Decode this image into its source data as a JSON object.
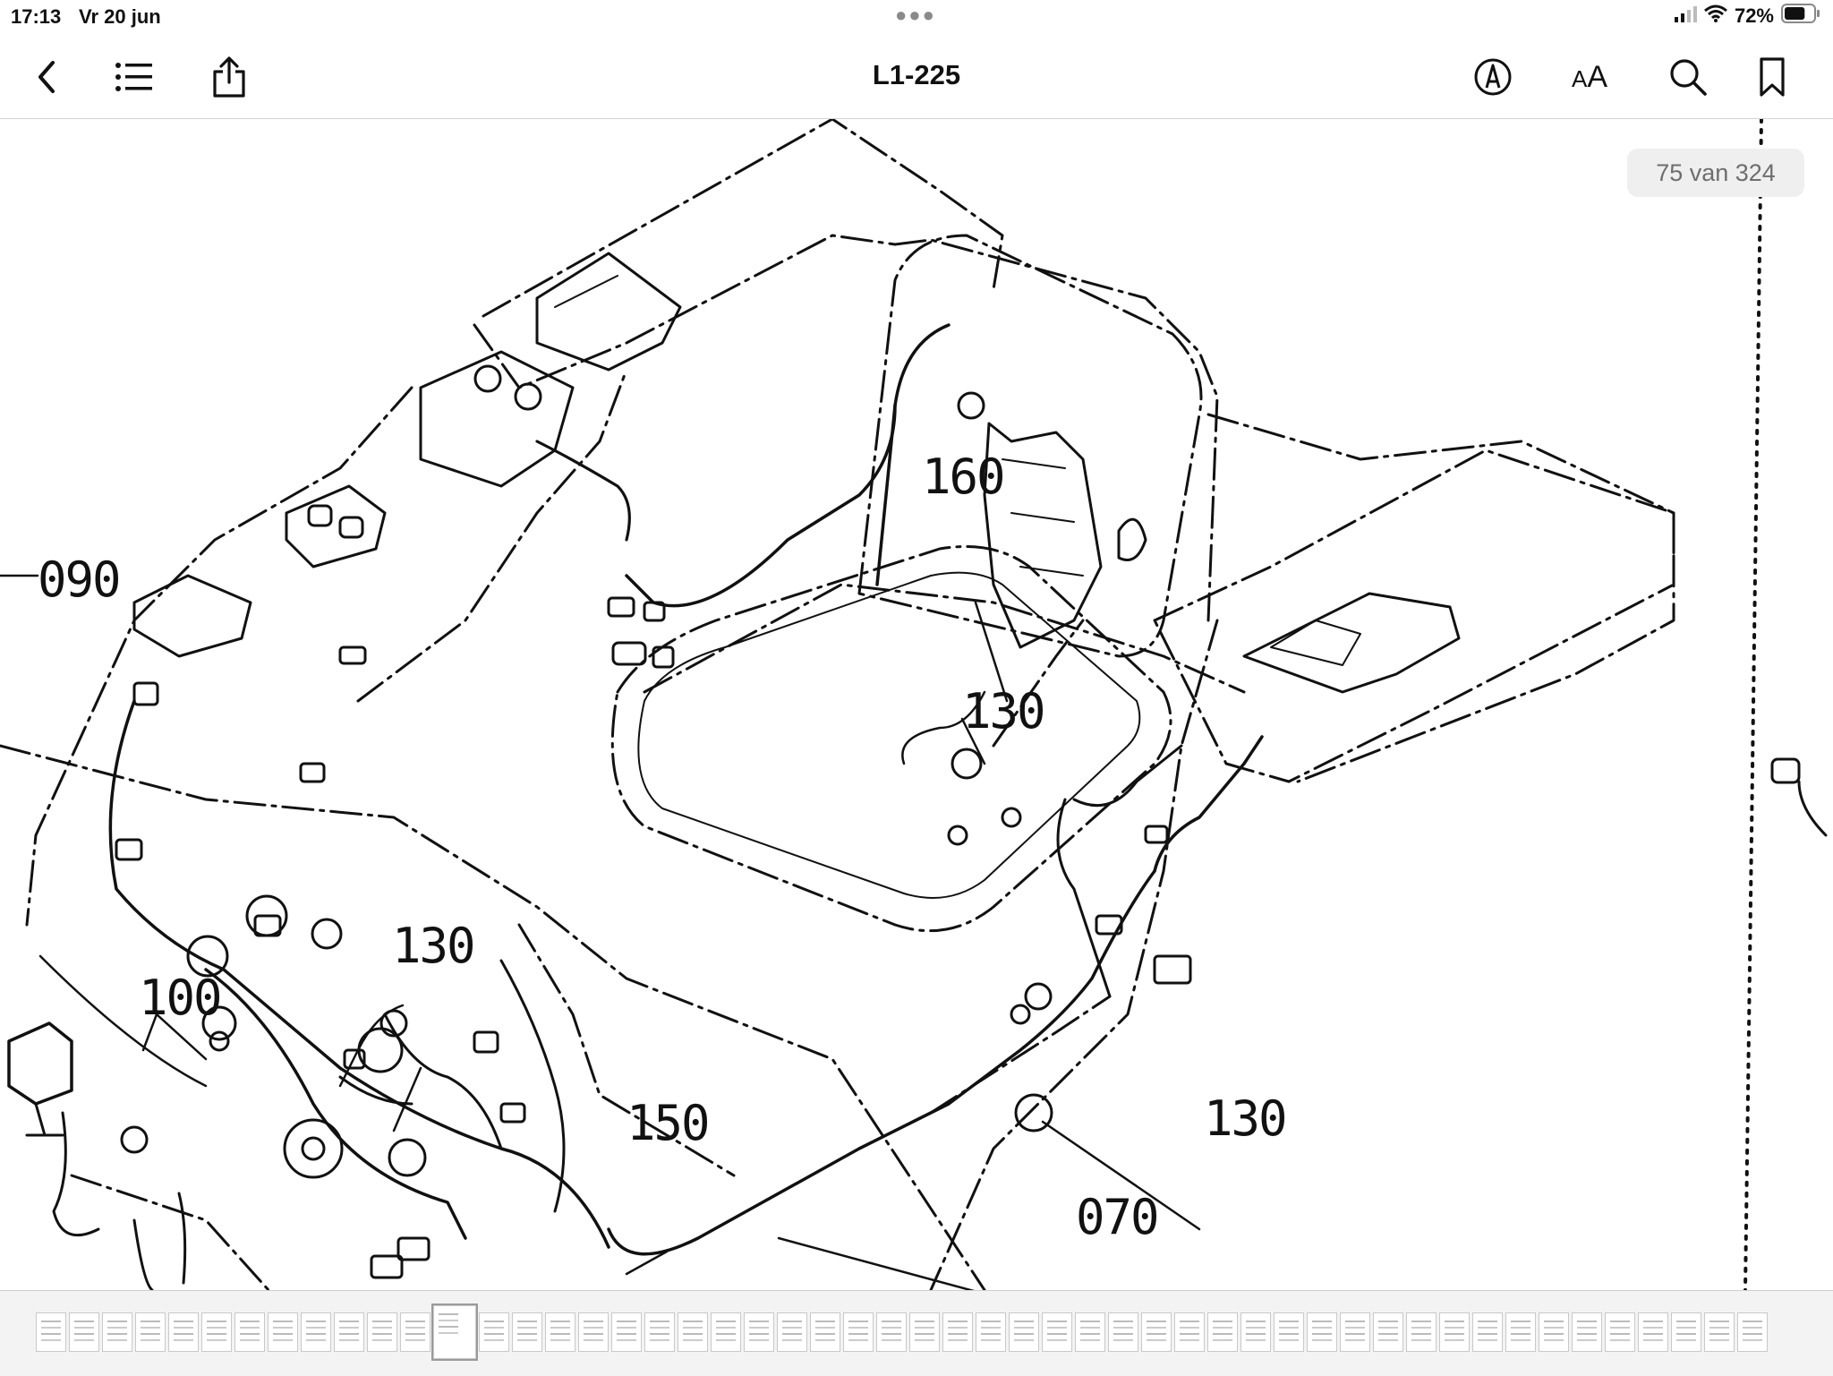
{
  "status_bar": {
    "time": "17:13",
    "date": "Vr 20 jun",
    "battery_percent": "72%",
    "battery_level": 0.72
  },
  "toolbar": {
    "title": "L1-225",
    "aa_small": "A",
    "aa_large": "A",
    "icons": [
      "back-chevron-icon",
      "list-icon",
      "share-icon",
      "markup-icon",
      "text-size-icon",
      "search-icon",
      "bookmark-icon"
    ]
  },
  "page_indicator": "75 van 324",
  "diagram": {
    "callouts": {
      "c090": "090",
      "c160": "160",
      "c130a": "130",
      "c130b": "130",
      "c130c": "130",
      "c100": "100",
      "c150": "150",
      "c070": "070"
    }
  },
  "thumbnails": {
    "count": 52,
    "current_index": 12
  },
  "colors": {
    "ink": "#111111",
    "badge_bg": "#efefef",
    "badge_text": "#6e6e6e",
    "thumb_bar": "#f3f3f3"
  }
}
